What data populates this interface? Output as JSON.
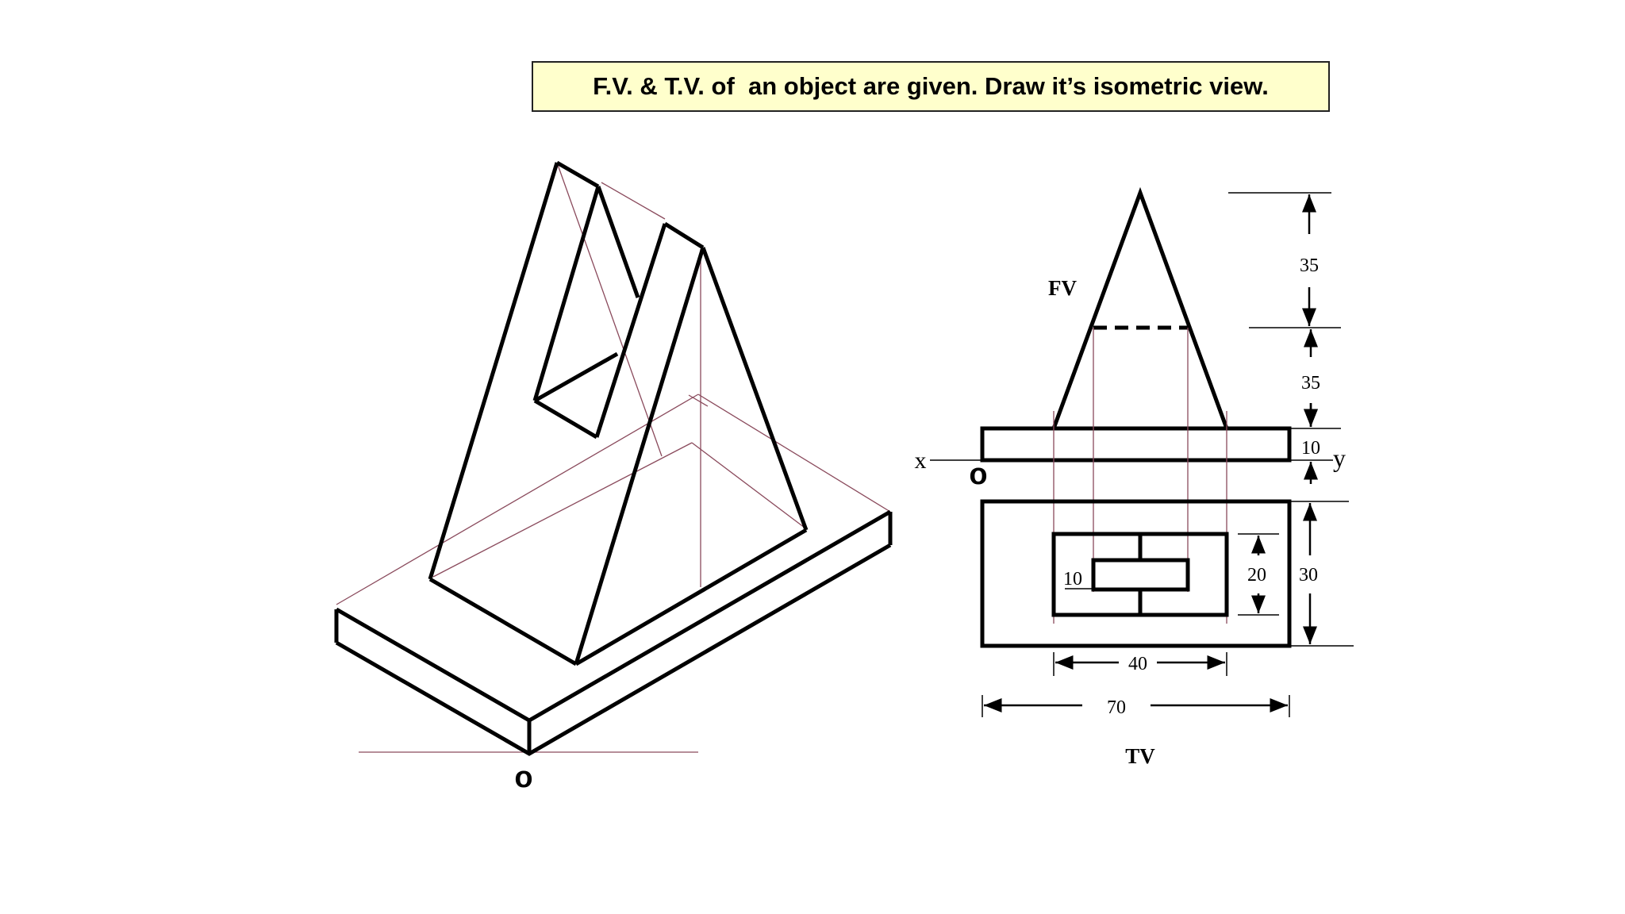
{
  "title": "F.V. & T.V. of  an object are given. Draw it’s isometric view.",
  "isometric": {
    "origin_label": "o"
  },
  "front_view": {
    "label": "FV",
    "x_label": "x",
    "y_label": "y",
    "origin_label": "o",
    "dims": {
      "upper": "35",
      "middle": "35",
      "base": "10"
    }
  },
  "top_view": {
    "label": "TV",
    "dims": {
      "inner_width": "40",
      "total_width": "70",
      "inner_depth": "20",
      "total_depth": "30",
      "slot_width": "10"
    }
  },
  "colors": {
    "line": "#000000",
    "construction": "#8a4a5c",
    "title_bg": "#ffffcc"
  }
}
